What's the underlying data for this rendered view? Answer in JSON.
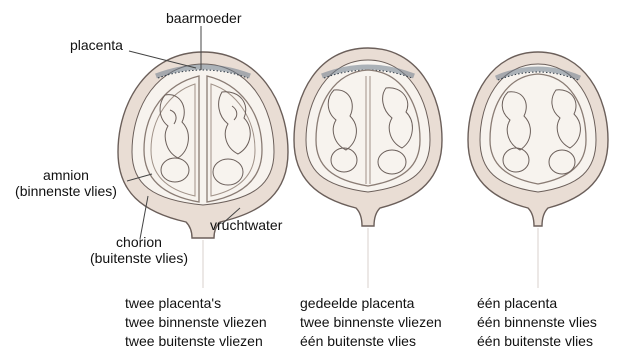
{
  "colors": {
    "wall_fill": "#e9ddd4",
    "cavity_fill": "#f7f3ee",
    "outline": "#6b5f5a",
    "membrane": "#8a7c74",
    "placenta_lines": "#6e7c8c",
    "leader": "#444444"
  },
  "labels": {
    "uterus": "baarmoeder",
    "placenta": "placenta",
    "amnion_line1": "amnion",
    "amnion_line2": "(binnenste vlies)",
    "fluid": "vruchtwater",
    "chorion_line1": "chorion",
    "chorion_line2": "(buitenste vlies)"
  },
  "captions": [
    {
      "line1": "twee placenta's",
      "line2": "twee binnenste vliezen",
      "line3": "twee buitenste vliezen"
    },
    {
      "line1": "gedeelde placenta",
      "line2": "twee binnenste vliezen",
      "line3": "één buitenste vlies"
    },
    {
      "line1": "één placenta",
      "line2": "één binnenste vlies",
      "line3": "één buitenste vlies"
    }
  ]
}
